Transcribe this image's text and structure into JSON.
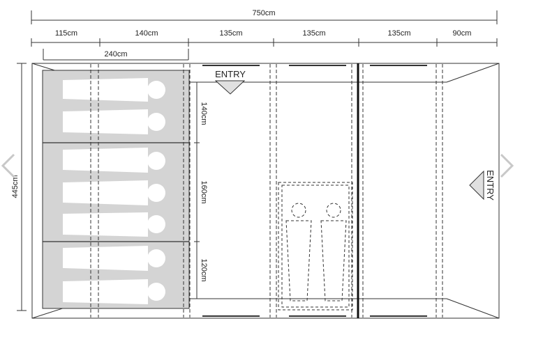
{
  "diagram": {
    "overall_width": "750cm",
    "overall_depth": "445cm",
    "segments": [
      "115cm",
      "140cm",
      "135cm",
      "135cm",
      "135cm",
      "90cm"
    ],
    "bedroom_width": "240cm",
    "pod_depths": [
      "140cm",
      "160cm",
      "120cm"
    ],
    "entry_front": "ENTRY",
    "entry_side": "ENTRY"
  },
  "colors": {
    "line": "#333333",
    "bedroom_fill": "#d4d4d4",
    "sleeper": "#ffffff",
    "nav_arrow": "#c8c8c8"
  },
  "icons": {
    "prev": "chevron-left-icon",
    "next": "chevron-right-icon"
  }
}
